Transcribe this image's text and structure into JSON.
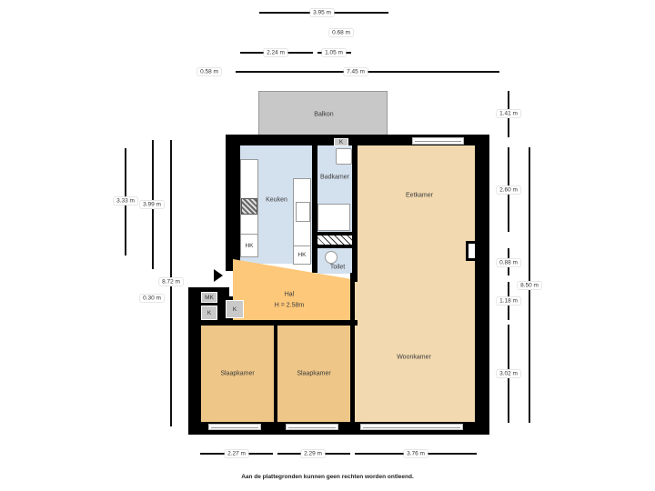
{
  "rooms": {
    "balkon": "Balkon",
    "keuken": "Keuken",
    "badkamer": "Badkamer",
    "toilet": "Toilet",
    "eetkamer": "Eetkamer",
    "hal": "Hal",
    "hal_height": "H = 2.58m",
    "slaapkamer_1": "Slaapkamer",
    "slaapkamer_2": "Slaapkamer",
    "woonkamer": "Woonkamer"
  },
  "fixtures": {
    "hk_1": "HK",
    "hk_2": "HK",
    "mk": "MK",
    "k_storage_1": "K",
    "k_storage_2": "K",
    "k_balcony": "K"
  },
  "dimensions": {
    "top": {
      "overall": "3.95 m",
      "small": "0.68 m",
      "left_segment": "2.24 m",
      "right_segment": "1.05 m",
      "offset": "0.58 m",
      "full_width": "7.45 m"
    },
    "left": {
      "kitchen_inner": "3.33 m",
      "kitchen_outer": "3.99 m",
      "total": "8.72 m",
      "small": "0.30 m"
    },
    "right": {
      "balcony": "1.41 m",
      "eetkamer": "2.60 m",
      "chimney": "0.88 m",
      "hall_section": "1.18 m",
      "woonkamer": "3.02 m",
      "total": "8.50 m"
    },
    "bottom": {
      "slaapkamer_1": "2.27 m",
      "slaapkamer_2": "2.29 m",
      "woonkamer": "3.76 m"
    }
  },
  "colors": {
    "wall": "#000000",
    "keuken_bad": "#d3e0ee",
    "hal": "#fdc87a",
    "slaapkamer": "#eec688",
    "woon_eet": "#f2d9b0",
    "balkon": "#c8c8c8",
    "background": "#ffffff"
  },
  "footer": "Aan de plattegronden kunnen geen rechten worden ontleend."
}
